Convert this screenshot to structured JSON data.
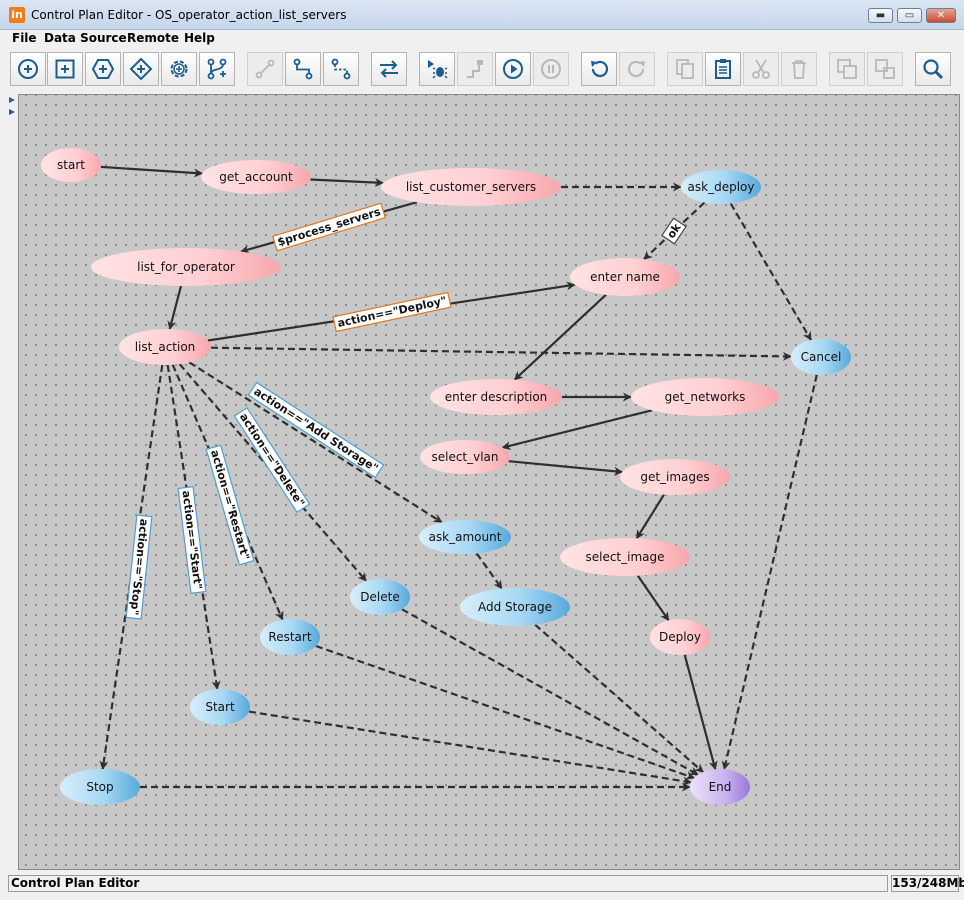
{
  "window": {
    "icon_letter": "in",
    "title": "Control Plan Editor - OS_operator_action_list_servers",
    "min": "▬",
    "max": "▭",
    "close": "✕"
  },
  "menu": [
    "File",
    "Data Source",
    "Remote",
    "Help"
  ],
  "toolbar": [
    {
      "name": "add-circle-icon",
      "enabled": true
    },
    {
      "name": "add-square-icon",
      "enabled": true
    },
    {
      "name": "add-hexagon-icon",
      "enabled": true
    },
    {
      "name": "add-diamond-icon",
      "enabled": true
    },
    {
      "name": "add-gear-icon",
      "enabled": true
    },
    {
      "name": "add-branch-icon",
      "enabled": true
    },
    {
      "name": "link-icon",
      "enabled": false
    },
    {
      "name": "connect-icon",
      "enabled": true
    },
    {
      "name": "connect-dashed-icon",
      "enabled": true
    },
    {
      "name": "swap-icon",
      "enabled": true
    },
    {
      "name": "debug-icon",
      "enabled": true
    },
    {
      "name": "step-icon",
      "enabled": false
    },
    {
      "name": "play-icon",
      "enabled": true
    },
    {
      "name": "pause-icon",
      "enabled": false
    },
    {
      "name": "undo-icon",
      "enabled": true
    },
    {
      "name": "redo-icon",
      "enabled": false
    },
    {
      "name": "copy-icon",
      "enabled": false
    },
    {
      "name": "paste-icon",
      "enabled": true
    },
    {
      "name": "cut-icon",
      "enabled": false
    },
    {
      "name": "delete-icon",
      "enabled": false
    },
    {
      "name": "group-icon",
      "enabled": false
    },
    {
      "name": "ungroup-icon",
      "enabled": false
    },
    {
      "name": "zoom-icon",
      "enabled": true
    }
  ],
  "colors": {
    "pink": "#ffc7c7",
    "blue": "#8fcdef",
    "purple": "#b89ee6",
    "edge": "#2f2f2f"
  },
  "diagram": {
    "nodes": [
      {
        "id": "start",
        "label": "start",
        "type": "pink"
      },
      {
        "id": "get_account",
        "label": "get_account",
        "type": "pink"
      },
      {
        "id": "list_customer_servers",
        "label": "list_customer_servers",
        "type": "pink"
      },
      {
        "id": "ask_deploy",
        "label": "ask_deploy",
        "type": "blue"
      },
      {
        "id": "list_for_operator",
        "label": "list_for_operator",
        "type": "pink"
      },
      {
        "id": "enter_name",
        "label": "enter name",
        "type": "pink"
      },
      {
        "id": "list_action",
        "label": "list_action",
        "type": "pink"
      },
      {
        "id": "Cancel",
        "label": "Cancel",
        "type": "blue"
      },
      {
        "id": "enter_description",
        "label": "enter description",
        "type": "pink"
      },
      {
        "id": "get_networks",
        "label": "get_networks",
        "type": "pink"
      },
      {
        "id": "select_vlan",
        "label": "select_vlan",
        "type": "pink"
      },
      {
        "id": "get_images",
        "label": "get_images",
        "type": "pink"
      },
      {
        "id": "ask_amount",
        "label": "ask_amount",
        "type": "blue"
      },
      {
        "id": "select_image",
        "label": "select_image",
        "type": "pink"
      },
      {
        "id": "Delete",
        "label": "Delete",
        "type": "blue"
      },
      {
        "id": "Add_Storage",
        "label": "Add Storage",
        "type": "blue"
      },
      {
        "id": "Restart",
        "label": "Restart",
        "type": "blue"
      },
      {
        "id": "Deploy",
        "label": "Deploy",
        "type": "pink"
      },
      {
        "id": "Start",
        "label": "Start",
        "type": "blue"
      },
      {
        "id": "Stop",
        "label": "Stop",
        "type": "blue"
      },
      {
        "id": "End",
        "label": "End",
        "type": "purple"
      }
    ],
    "edges": [
      {
        "from": "start",
        "to": "get_account",
        "dashed": false
      },
      {
        "from": "get_account",
        "to": "list_customer_servers",
        "dashed": false
      },
      {
        "from": "list_customer_servers",
        "to": "ask_deploy",
        "dashed": true
      },
      {
        "from": "list_customer_servers",
        "to": "list_for_operator",
        "dashed": false,
        "label": "$process_servers",
        "label_style": "orange"
      },
      {
        "from": "ask_deploy",
        "to": "enter_name",
        "dashed": true,
        "label": "ok",
        "label_style": "plain"
      },
      {
        "from": "ask_deploy",
        "to": "Cancel",
        "dashed": true
      },
      {
        "from": "list_for_operator",
        "to": "list_action",
        "dashed": false
      },
      {
        "from": "list_action",
        "to": "enter_name",
        "dashed": false,
        "label": "action==\"Deploy\"",
        "label_style": "orange"
      },
      {
        "from": "list_action",
        "to": "Cancel",
        "dashed": true
      },
      {
        "from": "enter_name",
        "to": "enter_description",
        "dashed": false
      },
      {
        "from": "enter_description",
        "to": "get_networks",
        "dashed": false
      },
      {
        "from": "get_networks",
        "to": "select_vlan",
        "dashed": false
      },
      {
        "from": "select_vlan",
        "to": "get_images",
        "dashed": false
      },
      {
        "from": "get_images",
        "to": "select_image",
        "dashed": false
      },
      {
        "from": "select_image",
        "to": "Deploy",
        "dashed": false
      },
      {
        "from": "Deploy",
        "to": "End",
        "dashed": false
      },
      {
        "from": "Cancel",
        "to": "End",
        "dashed": true
      },
      {
        "from": "list_action",
        "to": "ask_amount",
        "dashed": true,
        "label": "action==\"Add Storage\"",
        "label_style": "blue"
      },
      {
        "from": "list_action",
        "to": "Delete",
        "dashed": true,
        "label": "action==\"Delete\"",
        "label_style": "blue"
      },
      {
        "from": "list_action",
        "to": "Restart",
        "dashed": true,
        "label": "action==\"Restart\"",
        "label_style": "blue"
      },
      {
        "from": "list_action",
        "to": "Start",
        "dashed": true,
        "label": "action==\"Start\"",
        "label_style": "blue"
      },
      {
        "from": "list_action",
        "to": "Stop",
        "dashed": true,
        "label": "action==\"Stop\"",
        "label_style": "blue"
      },
      {
        "from": "ask_amount",
        "to": "Add_Storage",
        "dashed": true
      },
      {
        "from": "Add_Storage",
        "to": "End",
        "dashed": true
      },
      {
        "from": "Delete",
        "to": "End",
        "dashed": true
      },
      {
        "from": "Restart",
        "to": "End",
        "dashed": true
      },
      {
        "from": "Start",
        "to": "End",
        "dashed": true
      },
      {
        "from": "Stop",
        "to": "End",
        "dashed": true
      }
    ]
  },
  "status": {
    "left": "Control Plan Editor",
    "memory": "153/248Mb"
  }
}
